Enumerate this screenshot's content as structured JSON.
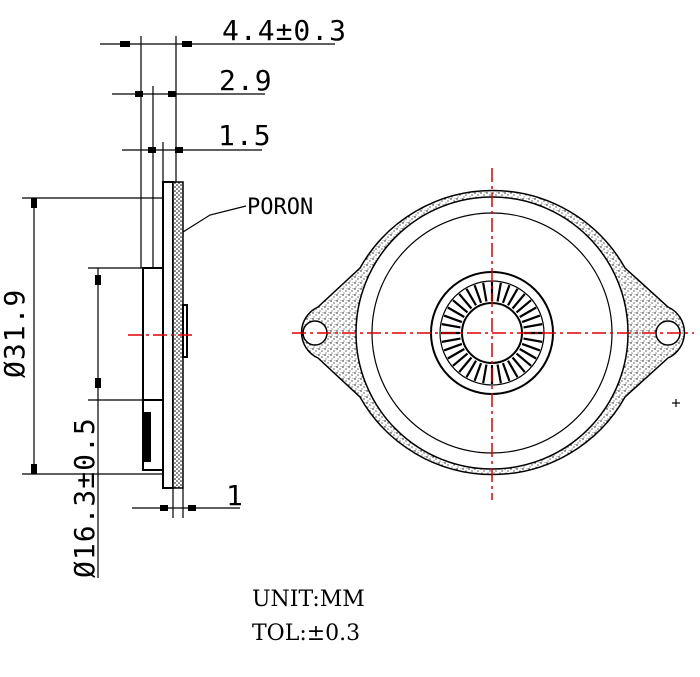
{
  "dimensions": {
    "total_thickness": "4.4±0.3",
    "mid_thickness": "2.9",
    "cone_thickness": "1.5",
    "poron_label": "PORON",
    "outer_diameter": "Ø31.9",
    "magnet_diameter": "Ø16.3±0.5",
    "foam_thickness": "1"
  },
  "notes": {
    "unit": "UNIT:MM",
    "tolerance": "TOL:±0.3"
  },
  "colors": {
    "line": "#000000",
    "centerline": "#e00000",
    "background": "#ffffff"
  }
}
